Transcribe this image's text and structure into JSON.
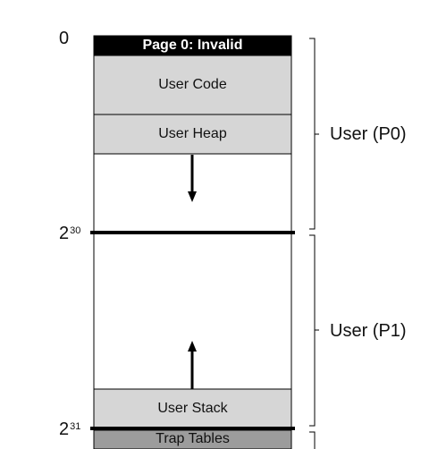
{
  "addresses": {
    "zero": "0",
    "two30_base": "2",
    "two30_exp": "30",
    "two31_base": "2",
    "two31_exp": "31"
  },
  "segments": {
    "invalid": "Page 0: Invalid",
    "code": "User Code",
    "heap": "User Heap",
    "stack": "User Stack",
    "trap": "Trap Tables"
  },
  "regions": {
    "p0": "User (P0)",
    "p1": "User (P1)"
  },
  "colors": {
    "segment_fill": "#d6d6d6",
    "trap_fill": "#9c9c9c",
    "invalid_fill": "#000000",
    "line": "#000000"
  },
  "arrows": {
    "heap_growth": "down",
    "stack_growth": "up"
  }
}
